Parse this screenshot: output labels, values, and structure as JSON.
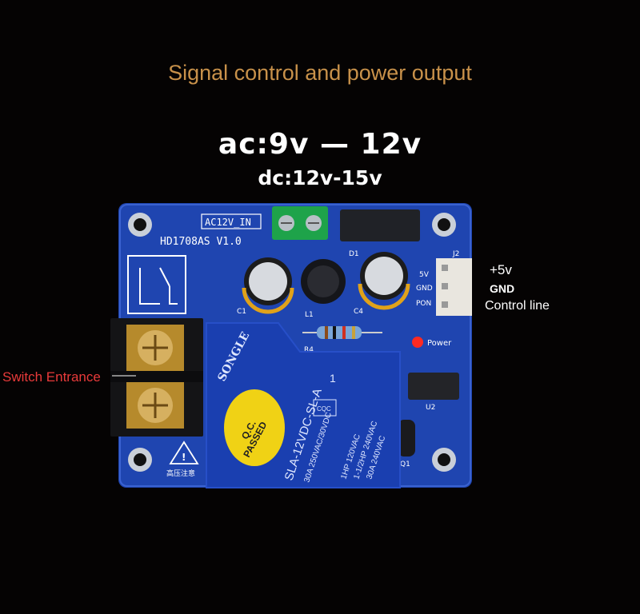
{
  "header": {
    "title": "Signal control and power output",
    "ac_spec": "ac:9v — 12v",
    "dc_spec": "dc:12v-15v"
  },
  "callouts": {
    "plus5v": "+5v",
    "gnd": "GND",
    "control": "Control line",
    "switch": "Switch Entrance"
  },
  "board": {
    "model": "HD1708AS V1.0",
    "input_label": "AC12V_IN",
    "pin_5v": "5V",
    "pin_gnd": "GND",
    "pin_pon": "PON",
    "power_led": "Power",
    "j2": "J2",
    "d1": "D1",
    "c1": "C1",
    "c4": "C4",
    "l1": "L1",
    "r4": "R4",
    "u2": "U2",
    "q1": "Q1",
    "warning": "高压注意"
  },
  "relay": {
    "brand": "SONGLE",
    "model": "SLA-12VDC-SL-A",
    "rating1": "30A 250VAC/30VDC",
    "cqc": "CQC",
    "num": "1",
    "rating2": "1HP 120VAC",
    "rating3": "1-1/2HP 240VAC",
    "rating4": "30A 240VAC",
    "qc1": "Q.C.",
    "qc2": "PASSED"
  },
  "colors": {
    "pcb": "#1f45b0",
    "relay": "#1a3fb0",
    "title": "#c8914a",
    "switch_label": "#e83a3a"
  }
}
